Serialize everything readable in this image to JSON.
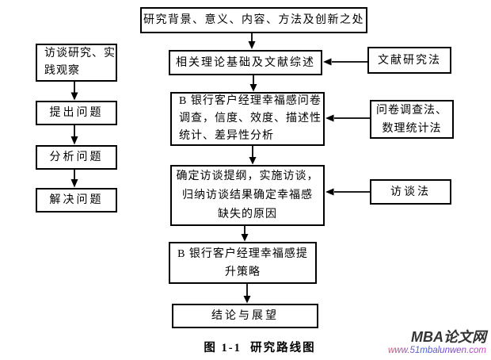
{
  "diagram": {
    "top": {
      "label": "研究背景、意义、内容、方法及创新之处"
    },
    "left_column": [
      {
        "label": "访谈研究、实\n践观察"
      },
      {
        "label": "提出问题"
      },
      {
        "label": "分析问题"
      },
      {
        "label": "解决问题"
      }
    ],
    "center_column": [
      {
        "label": "相关理论基础及文献综述"
      },
      {
        "label": "B 银行客户经理幸福感问卷\n调查，信度、效度、描述性\n统计、差异性分析"
      },
      {
        "label": "确定访谈提纲，实施访谈，\n归纳访谈结果确定幸福感\n缺失的原因"
      },
      {
        "label": "B 银行客户经理幸福感提\n升策略"
      },
      {
        "label": "结论与展望"
      }
    ],
    "right_column": [
      {
        "label": "文献研究法"
      },
      {
        "label": "问卷调查法、\n数理统计法"
      },
      {
        "label": "访谈法"
      }
    ],
    "caption": "图 1-1  研究路线图",
    "watermark": {
      "site_name": "MBA论文网",
      "site_url": "www.51mbalunwen.com"
    },
    "colors": {
      "line": "#000000",
      "box_border": "#000000",
      "watermark_title": "#333333",
      "watermark_url_start": "#e8457c",
      "watermark_url_mid": "#3f63d8",
      "watermark_url_end": "#d944c8"
    }
  }
}
